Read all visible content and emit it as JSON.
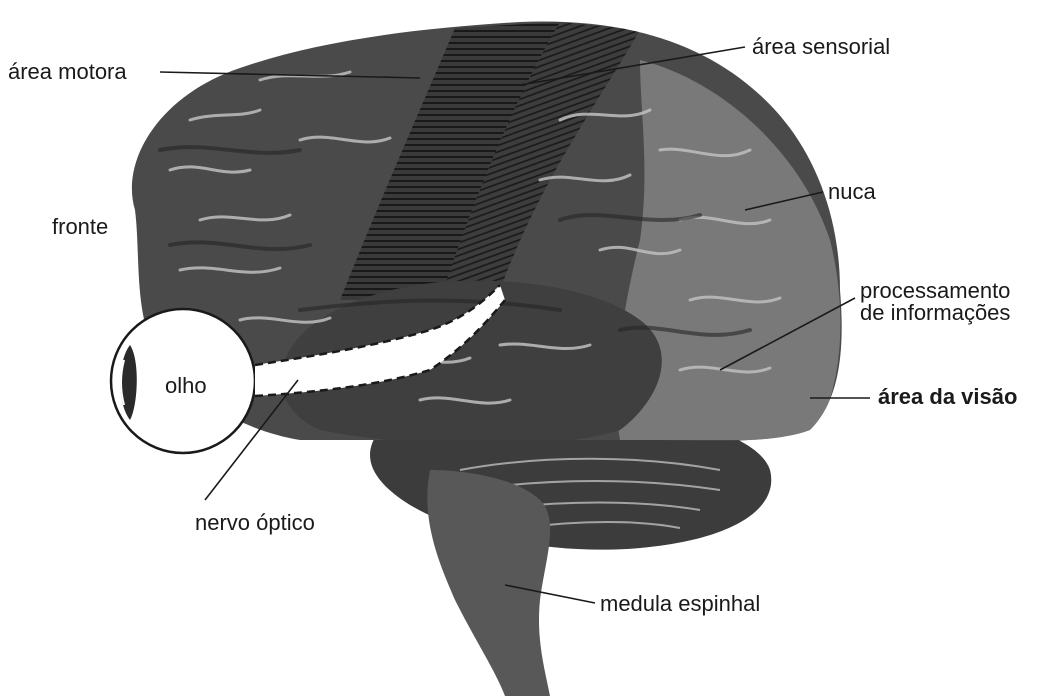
{
  "labels": {
    "area_motora": "área motora",
    "area_sensorial": "área sensorial",
    "nuca": "nuca",
    "fronte": "fronte",
    "processamento_line1": "processamento",
    "processamento_line2": "de informações",
    "area_visao": "área da visão",
    "olho": "olho",
    "nervo_optico": "nervo óptico",
    "medula_espinhal": "medula espinhal"
  },
  "colors": {
    "cerebrum": "#4a4a4a",
    "cerebrum_dark": "#2e2e2e",
    "gyri_highlight": "#bfbfbf",
    "occipital_region": "#8a8a8a",
    "cerebellum": "#3c3c3c",
    "brainstem": "#585858",
    "line": "#1a1a1a"
  }
}
